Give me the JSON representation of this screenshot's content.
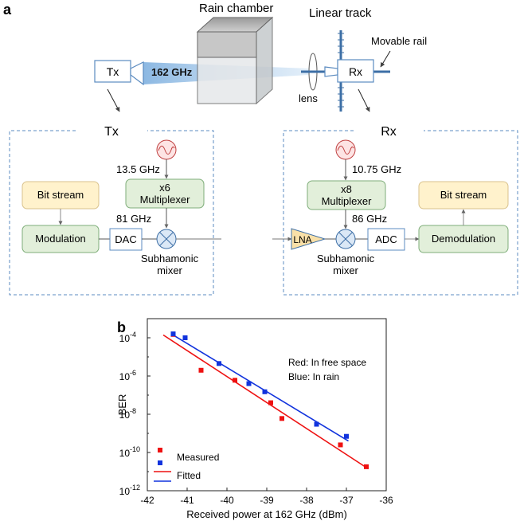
{
  "panel_a": {
    "label": "a",
    "rain_chamber": "Rain chamber",
    "linear_track": "Linear track",
    "movable_rail": "Movable rail",
    "frequency": "162 GHz",
    "tx": "Tx",
    "rx": "Rx",
    "lens": "lens",
    "tx_block": {
      "title": "Tx",
      "lo_freq": "13.5 GHz",
      "multiplexer": [
        "x6",
        "Multiplexer"
      ],
      "bit_stream": "Bit stream",
      "modulation": "Modulation",
      "dac": "DAC",
      "mixer_freq": "81 GHz",
      "mixer_label": [
        "Subhamonic",
        "mixer"
      ]
    },
    "rx_block": {
      "title": "Rx",
      "lo_freq": "10.75 GHz",
      "multiplexer": [
        "x8",
        "Multiplexer"
      ],
      "bit_stream": "Bit stream",
      "demodulation": "Demodulation",
      "adc": "ADC",
      "lna": "LNA",
      "mixer_freq": "86 GHz",
      "mixer_label": [
        "Subhamonic",
        "mixer"
      ]
    },
    "colors": {
      "dashed_border": "#5b8bc0",
      "green_fill": "#e2efda",
      "green_stroke": "#7fae7a",
      "yellow_fill": "#fff2cc",
      "beam": "#9dc3e6",
      "lna_fill": "#f9e0a8"
    }
  },
  "chart_data": {
    "label": "b",
    "type": "scatter",
    "xlabel": "Received power at 162 GHz (dBm)",
    "ylabel": "BER",
    "xlim": [
      -42,
      -36
    ],
    "ylim_log10": [
      -12,
      -3
    ],
    "x_ticks": [
      "-42",
      "-41",
      "-40",
      "-39",
      "-38",
      "-37",
      "-36"
    ],
    "y_ticks": [
      {
        "exp": -4,
        "text": "10",
        "sup": "-4"
      },
      {
        "exp": -6,
        "text": "10",
        "sup": "-6"
      },
      {
        "exp": -8,
        "text": "10",
        "sup": "-8"
      },
      {
        "exp": -10,
        "text": "10",
        "sup": "-10"
      },
      {
        "exp": -12,
        "text": "10",
        "sup": "-12"
      }
    ],
    "annotations": [
      "Red:  In free space",
      "Blue:  In rain"
    ],
    "legend": {
      "measured": "Measured",
      "fitted": "Fitted",
      "placement": "bottom-left"
    },
    "series": [
      {
        "name": "Red:  In free space",
        "color": "#ee1111",
        "measured": [
          {
            "x": -41.35,
            "y": 0.00015
          },
          {
            "x": -41.05,
            "y": 0.0001
          },
          {
            "x": -40.65,
            "y": 2e-06
          },
          {
            "x": -39.8,
            "y": 6e-07
          },
          {
            "x": -38.9,
            "y": 4e-08
          },
          {
            "x": -38.62,
            "y": 6e-09
          },
          {
            "x": -37.15,
            "y": 2.5e-10
          },
          {
            "x": -36.5,
            "y": 1.8e-11
          }
        ],
        "fit": {
          "x": [
            -41.6,
            -36.45
          ],
          "y": [
            0.00014,
            1.4e-11
          ]
        }
      },
      {
        "name": "Blue:  In rain",
        "color": "#1133dd",
        "measured": [
          {
            "x": -41.35,
            "y": 0.00016
          },
          {
            "x": -41.05,
            "y": 0.0001
          },
          {
            "x": -40.2,
            "y": 4.5e-06
          },
          {
            "x": -39.45,
            "y": 4e-07
          },
          {
            "x": -39.05,
            "y": 1.5e-07
          },
          {
            "x": -37.75,
            "y": 3e-09
          },
          {
            "x": -37.0,
            "y": 7e-10
          }
        ],
        "fit": {
          "x": [
            -41.4,
            -36.95
          ],
          "y": [
            0.00016,
            4e-10
          ]
        }
      }
    ]
  }
}
